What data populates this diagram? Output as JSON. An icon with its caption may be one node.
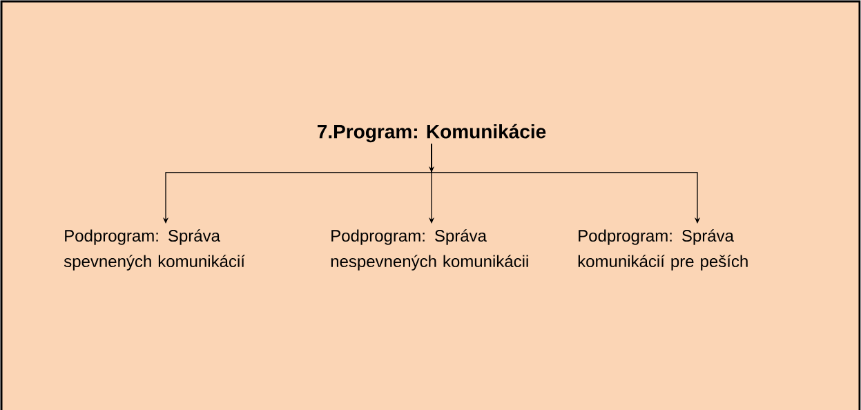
{
  "diagram": {
    "nodes": [
      {
        "text": [
          "7.Program: Komunikácie"
        ]
      },
      {
        "text": [
          "Podprogram: Správa spevnených komunikácií"
        ]
      },
      {
        "text": [
          "Podprogram: Správa nespevnených komunikácii"
        ]
      },
      {
        "text": [
          "Podprogram: Správa komunikácií pre peších"
        ]
      }
    ],
    "edges": [
      {
        "from": 0,
        "to": 1,
        "arrow": "to"
      },
      {
        "from": 0,
        "to": 2,
        "arrow": "to"
      },
      {
        "from": 0,
        "to": 3,
        "arrow": "to"
      }
    ]
  }
}
